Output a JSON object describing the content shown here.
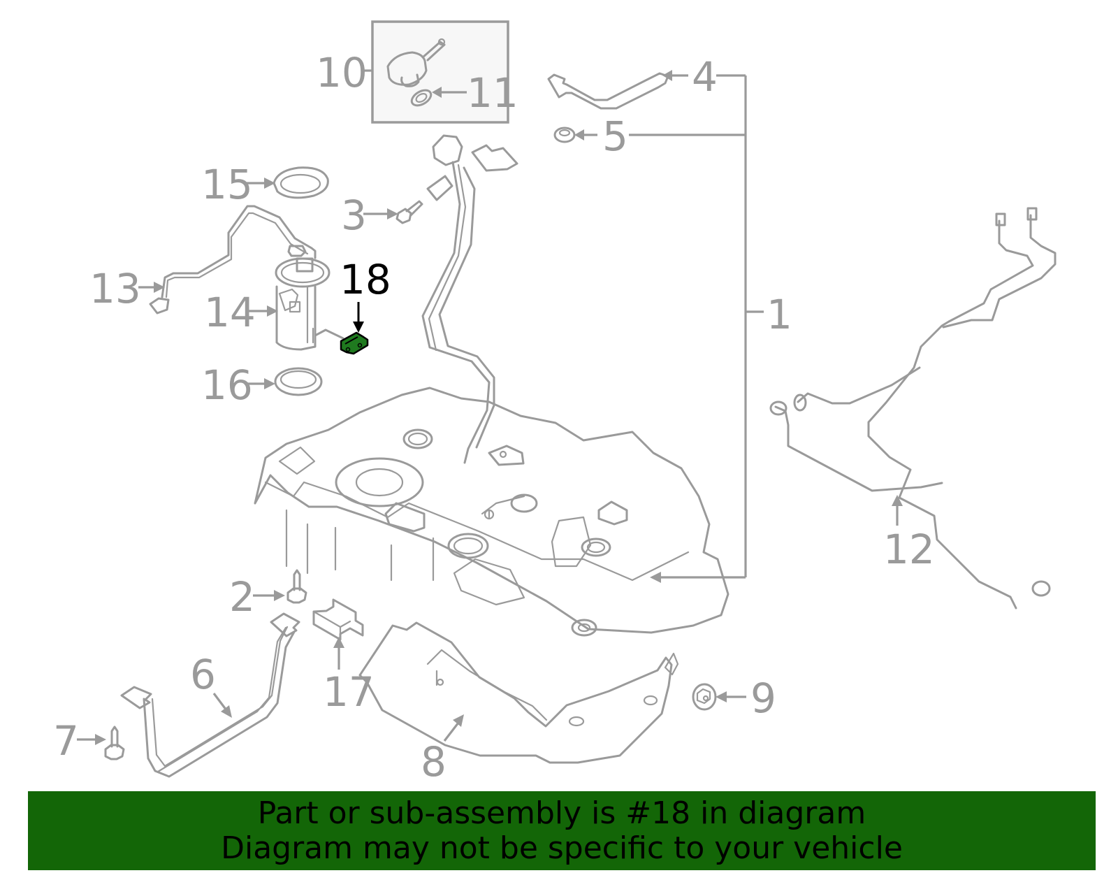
{
  "diagram": {
    "highlighted_part": "18",
    "highlight_color": "#1f7a1f",
    "line_color": "#9a9a9a",
    "callouts": [
      {
        "id": "c1",
        "label": "1",
        "part": "fuel-tank-assembly"
      },
      {
        "id": "c2",
        "label": "2",
        "part": "bolt"
      },
      {
        "id": "c3",
        "label": "3",
        "part": "bolt"
      },
      {
        "id": "c4",
        "label": "4",
        "part": "vent-hose"
      },
      {
        "id": "c5",
        "label": "5",
        "part": "grommet"
      },
      {
        "id": "c6",
        "label": "6",
        "part": "tank-strap"
      },
      {
        "id": "c7",
        "label": "7",
        "part": "bolt"
      },
      {
        "id": "c8",
        "label": "8",
        "part": "heat-shield"
      },
      {
        "id": "c9",
        "label": "9",
        "part": "nut"
      },
      {
        "id": "c10",
        "label": "10",
        "part": "fuel-cap"
      },
      {
        "id": "c11",
        "label": "11",
        "part": "seal"
      },
      {
        "id": "c12",
        "label": "12",
        "part": "fuel-lines"
      },
      {
        "id": "c13",
        "label": "13",
        "part": "hose"
      },
      {
        "id": "c14",
        "label": "14",
        "part": "fuel-pump"
      },
      {
        "id": "c15",
        "label": "15",
        "part": "lock-ring"
      },
      {
        "id": "c16",
        "label": "16",
        "part": "gasket"
      },
      {
        "id": "c17",
        "label": "17",
        "part": "bracket"
      },
      {
        "id": "c18",
        "label": "18",
        "part": "connector"
      }
    ]
  },
  "banner": {
    "line1": "Part or sub-assembly is #18 in diagram",
    "line2": "Diagram may not be specific to your vehicle",
    "background": "#136607"
  }
}
